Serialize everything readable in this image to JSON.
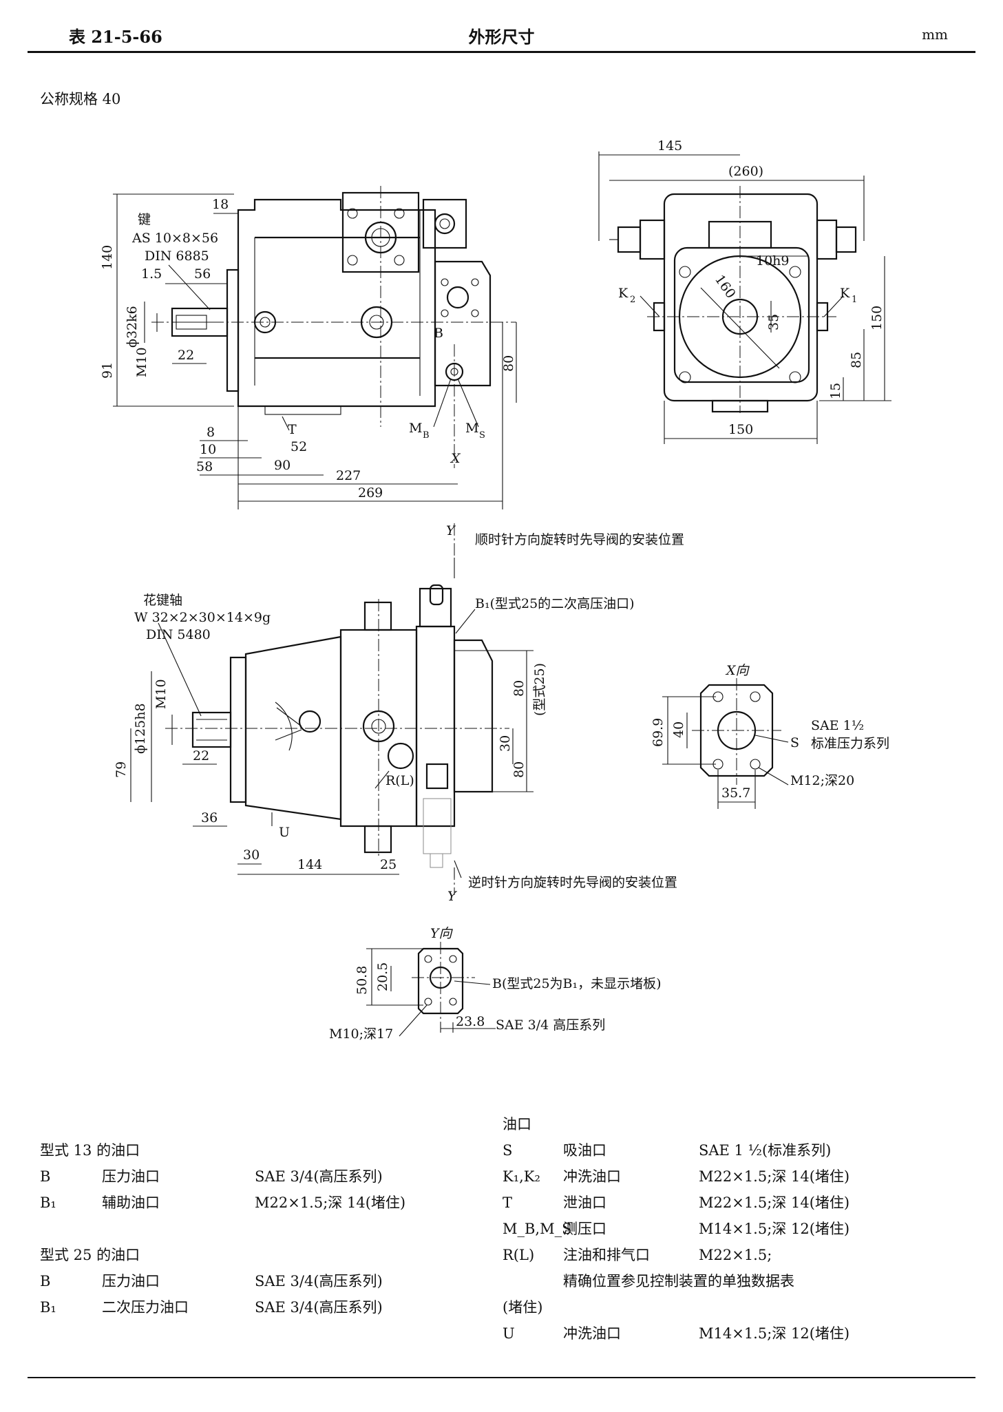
{
  "header": {
    "table_no": "表 21-5-66",
    "title": "外形尺寸",
    "unit": "mm"
  },
  "spec": "公称规格 40",
  "view1": {
    "key": [
      "键",
      "AS 10×8×56",
      "DIN 6885"
    ],
    "dims": [
      "18",
      "140",
      "1.5",
      "56",
      "ϕ32k6",
      "M10",
      "22",
      "91",
      "8",
      "10",
      "58",
      "T",
      "52",
      "90",
      "227",
      "269",
      "B",
      "80",
      "M",
      "B",
      "M",
      "S",
      "X"
    ]
  },
  "view2": {
    "dims": [
      "145",
      "(260)",
      "10h9",
      "160",
      "K",
      "2",
      "K",
      "1",
      "35",
      "150",
      "85",
      "15",
      "150"
    ]
  },
  "view3": {
    "spline": [
      "花键轴",
      "W 32×2×30×14×9g",
      "DIN 5480"
    ],
    "cw": "顺时针方向旋转时先导阀的安装位置",
    "b1": "B₁(型式25的二次高压油口)",
    "ccw": "逆时针方向旋转时先导阀的安装位置",
    "y": "Y",
    "dims": [
      "M10",
      "ϕ125h8",
      "79",
      "22",
      "36",
      "U",
      "30",
      "144",
      "25",
      "R(L)",
      "80",
      "30",
      "80",
      "(型式25)"
    ]
  },
  "xview": {
    "title": "X向",
    "dims": [
      "69.9",
      "40",
      "35.7",
      "S"
    ],
    "sae": "SAE 1½",
    "series": "标准压力系列",
    "thread": "M12;深20"
  },
  "yview": {
    "title": "Y向",
    "dims": [
      "50.8",
      "20.5",
      "23.8"
    ],
    "b_note": "B(型式25为B₁，未显示堵板)",
    "thread": "M10;深17",
    "sae": "SAE 3/4 高压系列"
  },
  "left_table": {
    "t13_title": "型式 13 的油口",
    "t13": [
      {
        "code": "B",
        "name": "压力油口",
        "spec": "SAE 3/4(高压系列)"
      },
      {
        "code": "B₁",
        "name": "辅助油口",
        "spec": "M22×1.5;深 14(堵住)"
      }
    ],
    "t25_title": "型式 25 的油口",
    "t25": [
      {
        "code": "B",
        "name": "压力油口",
        "spec": "SAE 3/4(高压系列)"
      },
      {
        "code": "B₁",
        "name": "二次压力油口",
        "spec": "SAE 3/4(高压系列)"
      }
    ]
  },
  "right_table": {
    "title": "油口",
    "rows": [
      {
        "code": "S",
        "name": "吸油口",
        "spec": "SAE 1 ½(标准系列)"
      },
      {
        "code": "K₁,K₂",
        "name": "冲洗油口",
        "spec": "M22×1.5;深 14(堵住)"
      },
      {
        "code": "T",
        "name": "泄油口",
        "spec": "M22×1.5;深 14(堵住)"
      },
      {
        "code": "M_B,M_S",
        "name": "测压口",
        "spec": "M14×1.5;深 12(堵住)"
      },
      {
        "code": "R(L)",
        "name": "注油和排气口",
        "spec": "M22×1.5;"
      }
    ],
    "note": "精确位置参见控制装置的单独数据表",
    "note2": "(堵住)",
    "last": {
      "code": "U",
      "name": "冲洗油口",
      "spec": "M14×1.5;深 12(堵住)"
    }
  }
}
